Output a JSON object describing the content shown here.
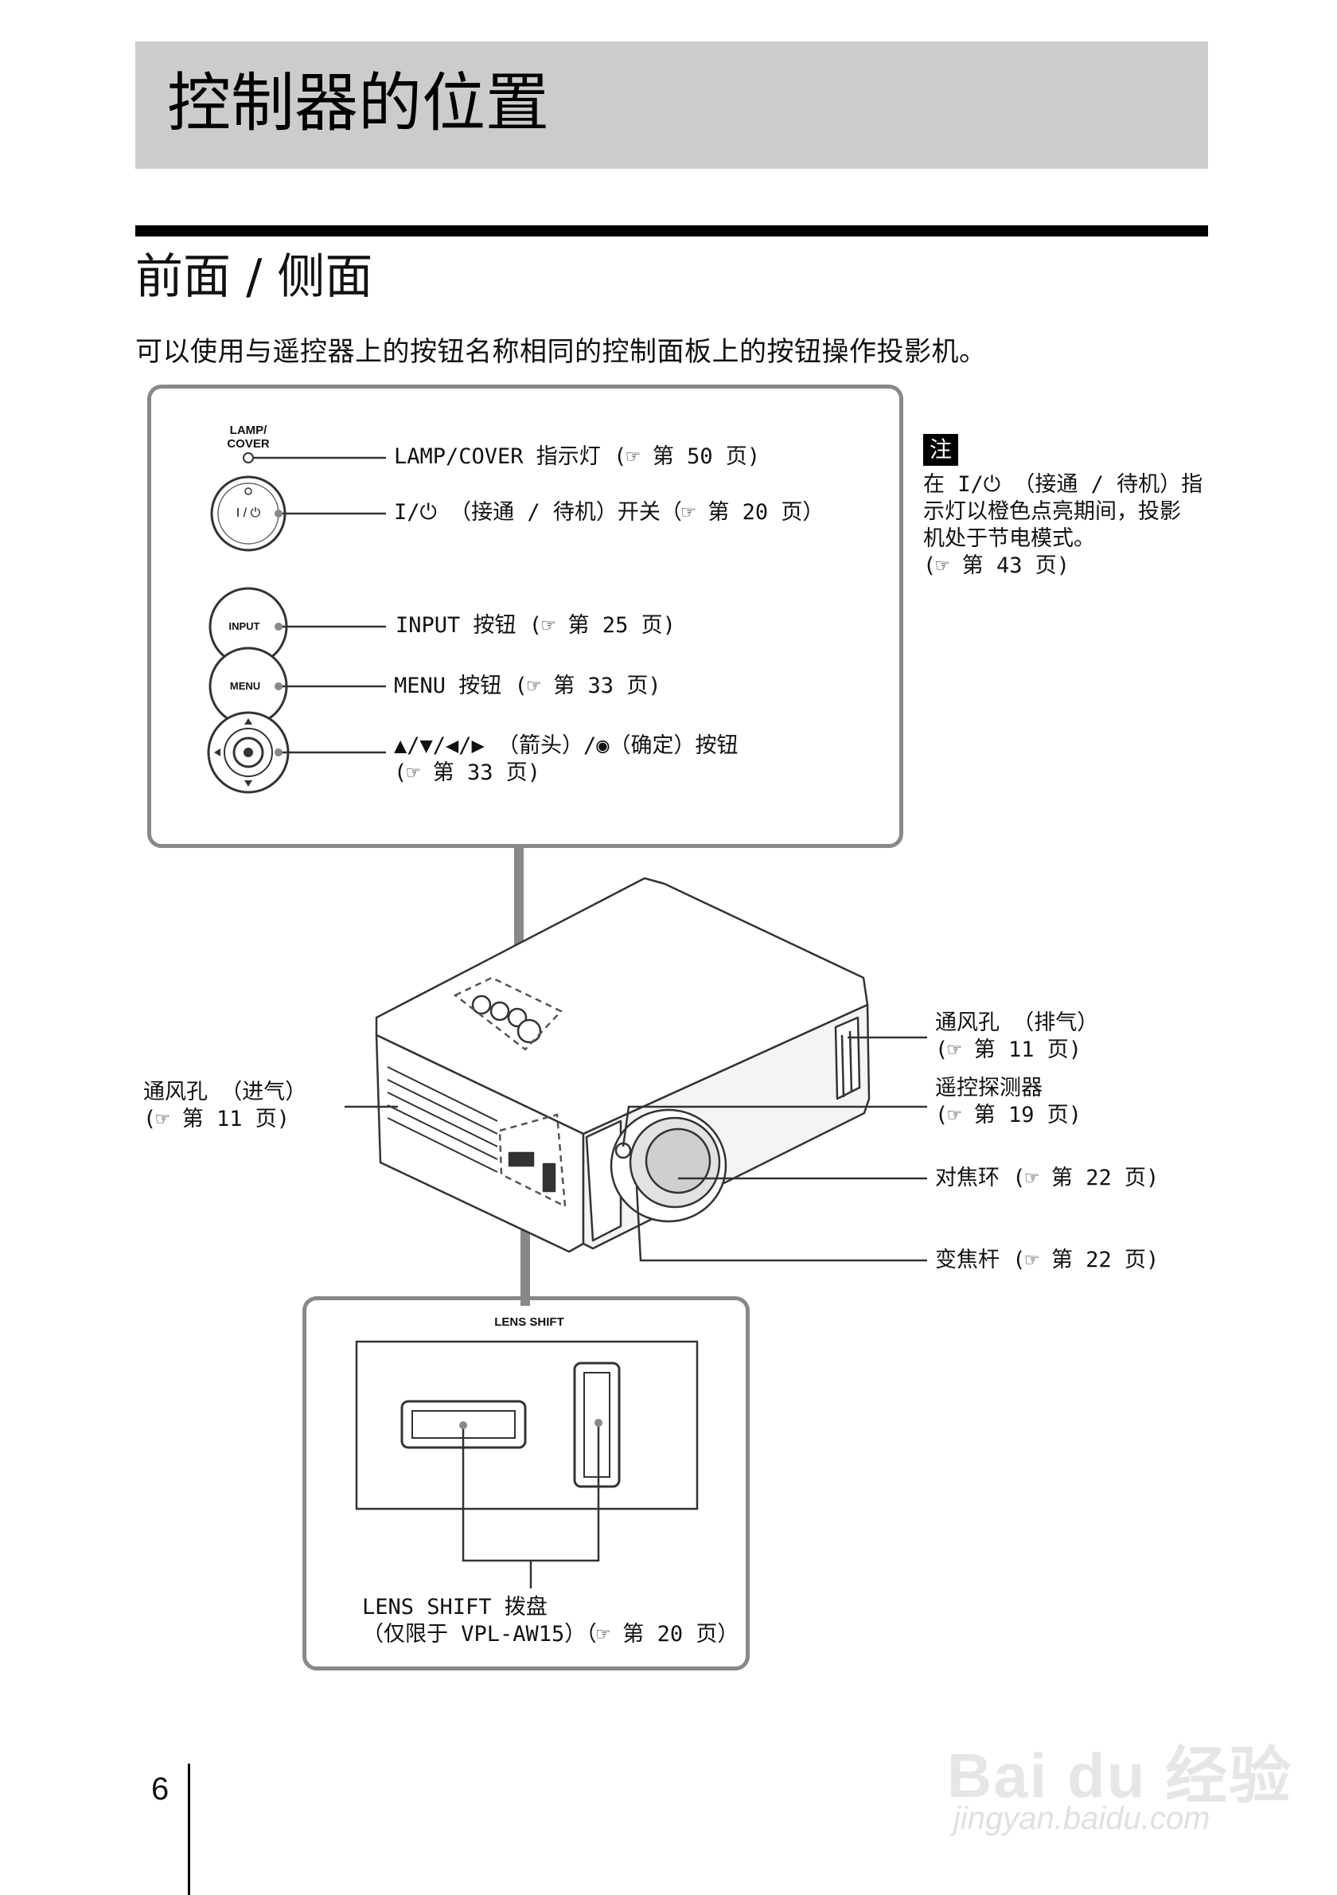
{
  "page": {
    "title": "控制器的位置",
    "section_title": "前面 / 侧面",
    "intro": "可以使用与遥控器上的按钮名称相同的控制面板上的按钮操作投影机。",
    "page_number": "6"
  },
  "control_panel": {
    "lamp_caption_line1": "LAMP/",
    "lamp_caption_line2": "COVER",
    "power_button_text": "I / ⏻",
    "input_button_text": "INPUT",
    "menu_button_text": "MENU",
    "labels": {
      "lamp_cover": "LAMP/COVER 指示灯 (☞ 第 50 页)",
      "power": "I/⏻ （接通 / 待机）开关（☞ 第 20 页）",
      "input": "INPUT 按钮 (☞ 第 25 页)",
      "menu": "MENU 按钮 (☞ 第 33 页)",
      "arrows_line1": "▲/▼/◀/▶ （箭头）/◉（确定）按钮",
      "arrows_line2": "(☞ 第 33 页)"
    }
  },
  "note": {
    "badge": "注",
    "line1": "在 I/⏻ （接通 / 待机）指",
    "line2": "示灯以橙色点亮期间，投影",
    "line3": "机处于节电模式。",
    "line4": "(☞ 第 43 页)"
  },
  "projector_labels": {
    "exhaust_line1": "通风孔 （排气）",
    "exhaust_line2": "(☞ 第 11 页)",
    "intake_line1": "通风孔 （进气）",
    "intake_line2": "(☞ 第 11 页)",
    "remote_sensor_line1": "遥控探测器",
    "remote_sensor_line2": "(☞ 第 19 页)",
    "focus_ring": "对焦环 (☞ 第 22 页)",
    "zoom_lever": "变焦杆 (☞ 第 22 页)"
  },
  "lens_shift": {
    "caption": "LENS SHIFT",
    "label_line1": "LENS SHIFT 拨盘",
    "label_line2": "（仅限于 VPL-AW15）（☞ 第 20 页）"
  },
  "watermark": {
    "main": "Bai du 经验",
    "sub": "jingyan.baidu.com"
  }
}
